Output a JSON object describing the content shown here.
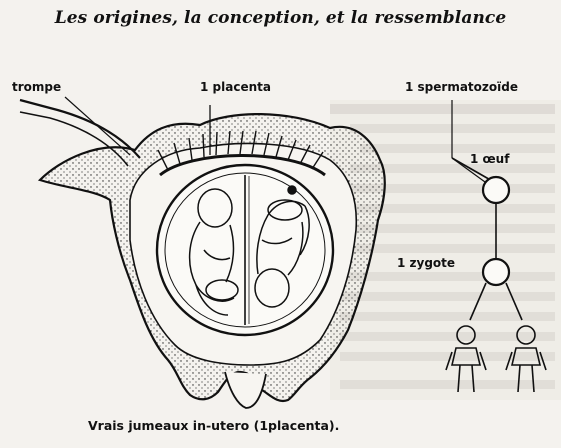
{
  "header": {
    "title": "Les origines, la conception, et la ressemblance"
  },
  "diagram": {
    "labels": {
      "trompe": "trompe",
      "placenta": "1 placenta",
      "spermatozoide": "1 spermatozoïde",
      "oeuf": "1 œuf",
      "zygote": "1 zygote"
    },
    "caption": "Vrais jumeaux in-utero (1placenta)."
  }
}
